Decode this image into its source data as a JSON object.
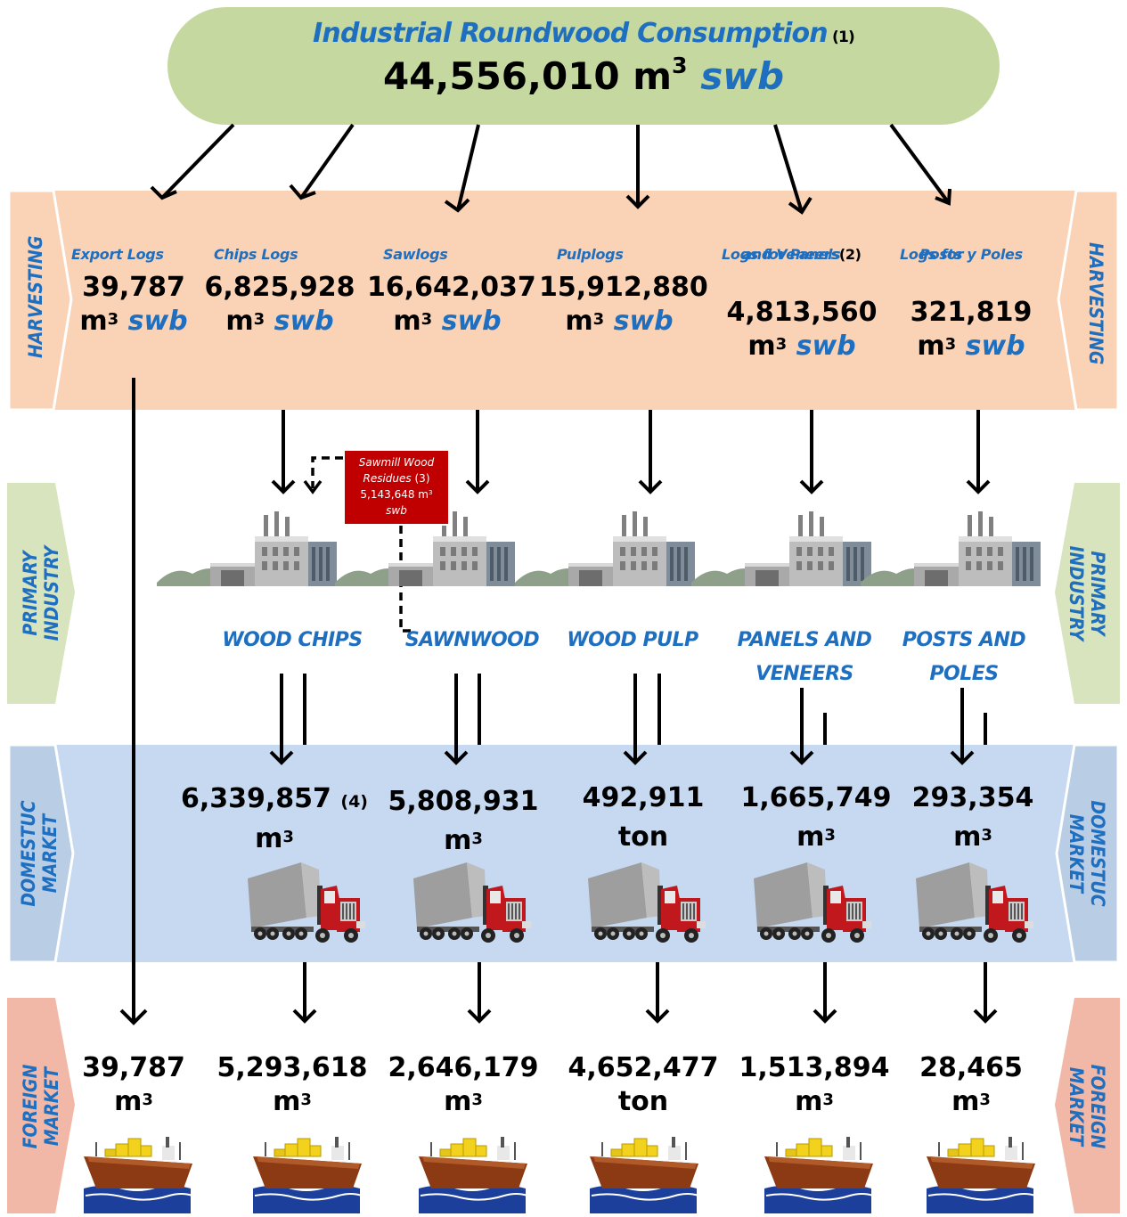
{
  "header": {
    "title": "Industrial Roundwood Consumption",
    "title_note": "(1)",
    "total_value": "44,556,010",
    "total_unit": "m",
    "total_unit_exp": "3",
    "total_qualifier": "swb"
  },
  "stages": {
    "harvesting": "HARVESTING",
    "primary_industry_1": "PRIMARY",
    "primary_industry_2": "INDUSTRY",
    "domestic_market_1": "DOMESTUC",
    "domestic_market_2": "MARKET",
    "foreign_market_1": "FOREIGN",
    "foreign_market_2": "MARKET"
  },
  "harvesting": [
    {
      "name": "Export Logs",
      "value": "39,787",
      "unit": "m",
      "exp": "3",
      "qualifier": "swb"
    },
    {
      "name": "Chips Logs",
      "value": "6,825,928",
      "unit": "m",
      "exp": "3",
      "qualifier": "swb"
    },
    {
      "name": "Sawlogs",
      "value": "16,642,037",
      "unit": "m",
      "exp": "3",
      "qualifier": "swb"
    },
    {
      "name": "Pulplogs",
      "value": "15,912,880",
      "unit": "m",
      "exp": "3",
      "qualifier": "swb"
    },
    {
      "name_line1": "Logs for Panels",
      "name_line2": "and Veneers",
      "note": "(2)",
      "value": "4,813,560",
      "unit": "m",
      "exp": "3",
      "qualifier": "swb"
    },
    {
      "name_line1": "Logs for",
      "name_line2": "Posts y Poles",
      "value": "321,819",
      "unit": "m",
      "exp": "3",
      "qualifier": "swb"
    }
  ],
  "residues": {
    "line1": "Sawmill Wood",
    "line2": "Residues",
    "note": "(3)",
    "value": "5,143,648 m",
    "exp": "3",
    "qualifier": "swb"
  },
  "products": [
    {
      "line1": "WOOD CHIPS"
    },
    {
      "line1": "SAWNWOOD"
    },
    {
      "line1": "WOOD PULP"
    },
    {
      "line1": "PANELS AND",
      "line2": "VENEERS"
    },
    {
      "line1": "POSTS AND",
      "line2": "POLES"
    }
  ],
  "domestic": [
    {
      "value": "6,339,857",
      "note": "(4)",
      "unit": "m",
      "exp": "3"
    },
    {
      "value": "5,808,931",
      "unit": "m",
      "exp": "3"
    },
    {
      "value": "492,911",
      "unit": "ton"
    },
    {
      "value": "1,665,749",
      "unit": "m",
      "exp": "3"
    },
    {
      "value": "293,354",
      "unit": "m",
      "exp": "3"
    }
  ],
  "foreign": [
    {
      "value": "39,787",
      "unit": "m",
      "exp": "3"
    },
    {
      "value": "5,293,618",
      "unit": "m",
      "exp": "3"
    },
    {
      "value": "2,646,179",
      "unit": "m",
      "exp": "3"
    },
    {
      "value": "4,652,477",
      "unit": "ton"
    },
    {
      "value": "1,513,894",
      "unit": "m",
      "exp": "3"
    },
    {
      "value": "28,465",
      "unit": "m",
      "exp": "3"
    }
  ],
  "icons": [
    "factory-icon",
    "truck-icon",
    "ship-icon",
    "arrow-down-icon"
  ],
  "colors": {
    "header_oval": "#c5d89f",
    "harvesting_band": "#fad3b6",
    "primary_tab": "#d7e4bd",
    "domestic_band": "#c6d9f1",
    "domestic_tab": "#b9cde5",
    "foreign_tab": "#f2b8a7",
    "label_blue": "#1f6fc1",
    "residue_box": "#c00000",
    "truck_red": "#c0181d",
    "ship_hull": "#8b3a14"
  }
}
